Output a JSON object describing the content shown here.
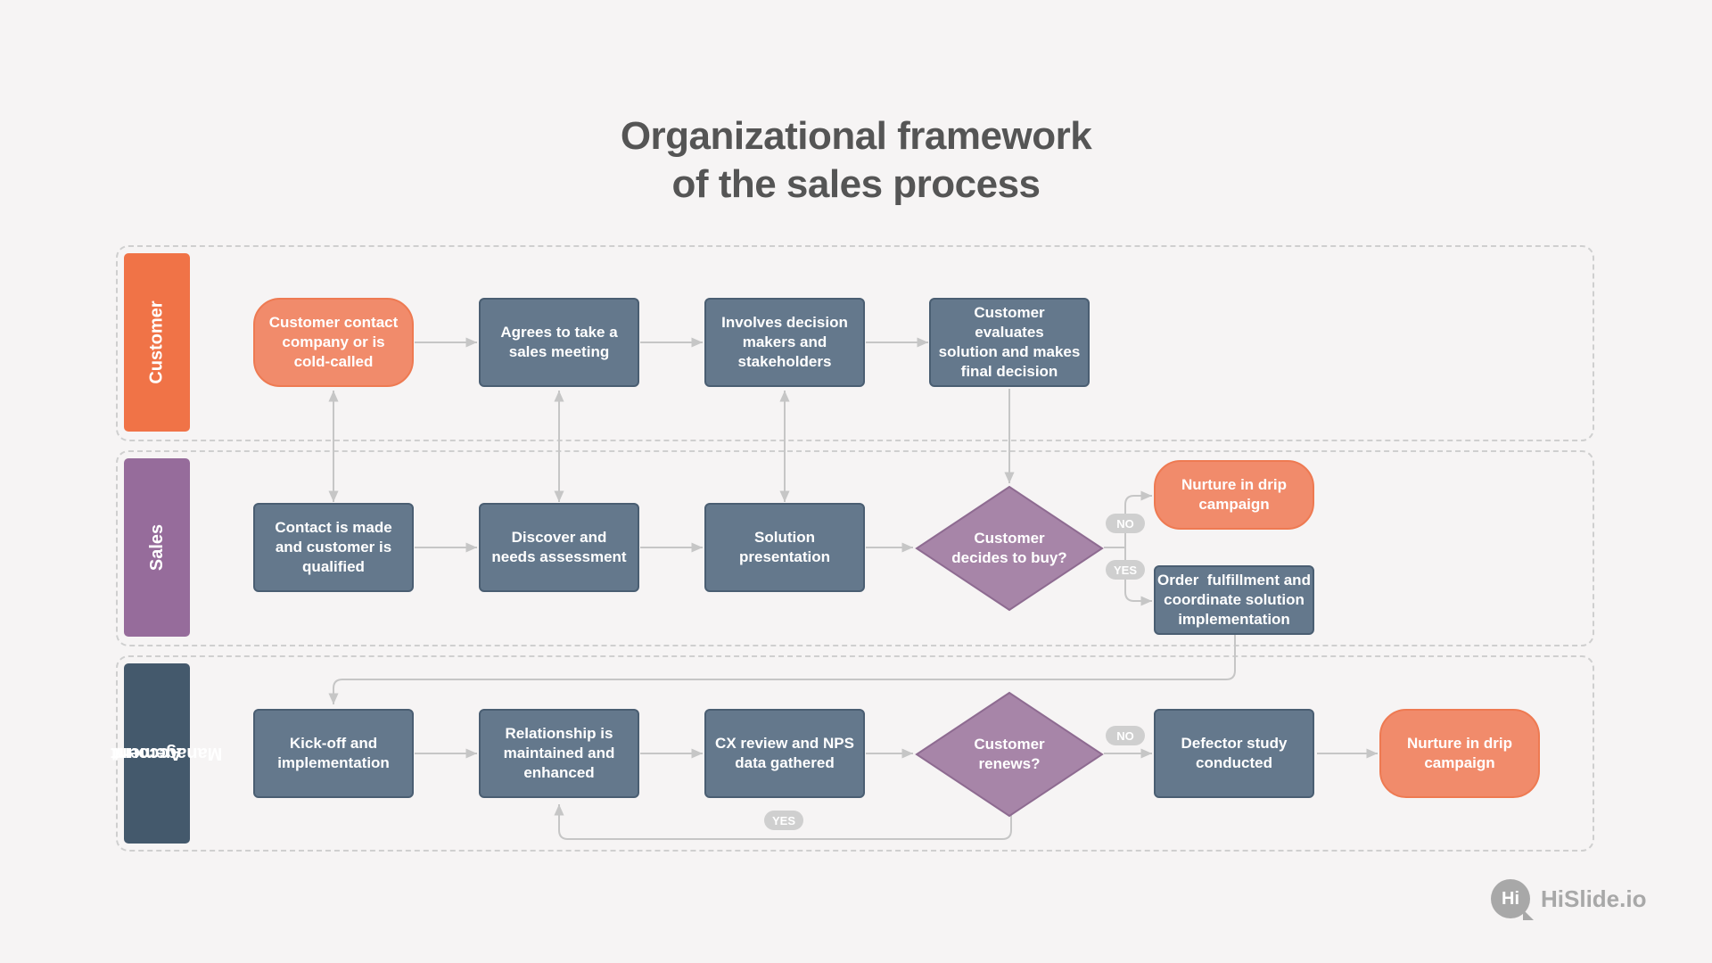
{
  "title": {
    "line1": "Organizational framework",
    "line2": "of the sales process"
  },
  "colors": {
    "customer_lane": "#f07347",
    "sales_lane": "#966c9b",
    "account_lane": "#44596c",
    "process_box": "#64788c",
    "terminal": "#f18b6b",
    "decision": "#a785a8",
    "connector": "#c6c6c6"
  },
  "lanes": {
    "customer": "Customer",
    "sales": "Sales",
    "account_line1": "Account",
    "account_line2": "Management"
  },
  "nodes": {
    "customer_contact": [
      "Customer contact",
      "company or is",
      "cold-called"
    ],
    "agrees_meeting": [
      "Agrees to take a",
      "sales meeting"
    ],
    "involves_decision": [
      "Involves decision",
      "makers and",
      "stakeholders"
    ],
    "customer_evaluates": [
      "Customer evaluates",
      "solution and makes",
      "final decision"
    ],
    "contact_made": [
      "Contact is made",
      "and customer is",
      "qualified"
    ],
    "discover": [
      "Discover and",
      "needs assessment"
    ],
    "solution_presentation": [
      "Solution",
      "presentation"
    ],
    "decides_to_buy": [
      "Customer",
      "decides to buy?"
    ],
    "nurture_drip_1": [
      "Nurture in drip",
      "campaign"
    ],
    "order_fulfillment": [
      "Order  fulfillment and",
      "coordinate solution",
      "implementation"
    ],
    "kickoff": [
      "Kick-off and",
      "implementation"
    ],
    "relationship": [
      "Relationship is",
      "maintained and",
      "enhanced"
    ],
    "cx_review": [
      "CX review and NPS",
      "data gathered"
    ],
    "customer_renews": [
      "Customer",
      "renews?"
    ],
    "defector_study": [
      "Defector study",
      "conducted"
    ],
    "nurture_drip_2": [
      "Nurture in drip",
      "campaign"
    ]
  },
  "labels": {
    "no_buy": "NO",
    "yes_buy": "YES",
    "no_renew": "NO",
    "yes_renew": "YES"
  },
  "brand": {
    "badge": "Hi",
    "name": "HiSlide.io"
  }
}
